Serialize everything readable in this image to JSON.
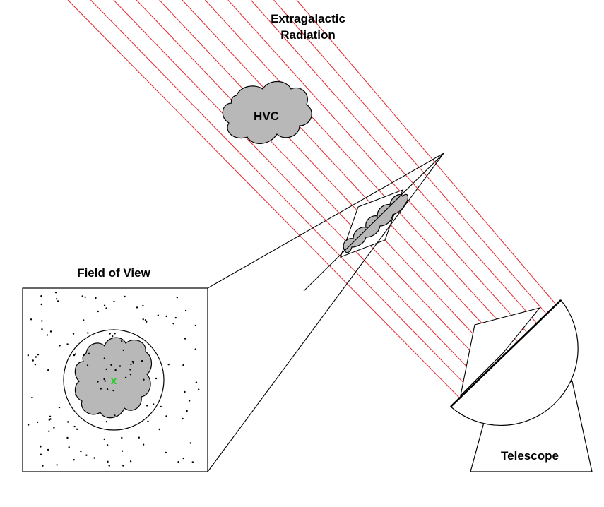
{
  "labels": {
    "radiation_line1": "Extragalactic",
    "radiation_line2": "Radiation",
    "hvc": "HVC",
    "field_of_view": "Field of View",
    "telescope": "Telescope",
    "center_marker": "x"
  },
  "colors": {
    "rays": "#e8262a",
    "cloud_fill": "#b8b8b8",
    "marker": "#22cc22",
    "outline": "#000000"
  },
  "ray_count": 11,
  "background_star_count": 130
}
